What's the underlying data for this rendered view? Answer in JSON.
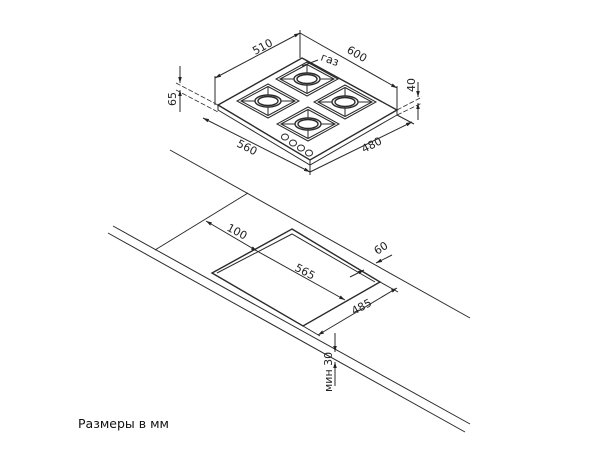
{
  "hob": {
    "dims": {
      "width_back": "510",
      "depth_side": "600",
      "height_total": "65",
      "thickness": "40",
      "front_width": "560",
      "front_depth": "480"
    },
    "gas_label": "газ"
  },
  "cutout": {
    "dims": {
      "back_offset": "100",
      "cut_width": "565",
      "cut_depth": "485",
      "front_offset": "60",
      "min_height": "мин 30"
    }
  },
  "caption": "Размеры в мм"
}
